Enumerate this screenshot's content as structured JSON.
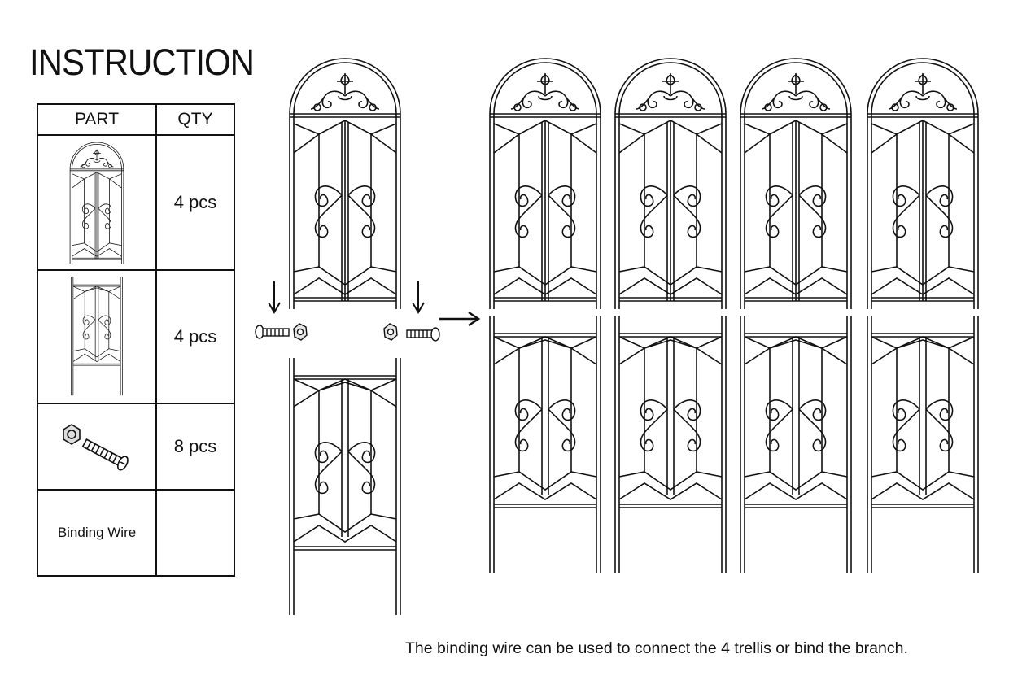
{
  "title": "INSTRUCTION",
  "table": {
    "headers": {
      "part": "PART",
      "qty": "QTY"
    },
    "rows": [
      {
        "part_icon": "top-trellis-panel-icon",
        "qty": "4 pcs"
      },
      {
        "part_icon": "bottom-trellis-panel-icon",
        "qty": "4 pcs"
      },
      {
        "part_icon": "bolt-and-nut-icon",
        "qty": "8 pcs"
      },
      {
        "part_label": "Binding Wire",
        "qty": ""
      }
    ]
  },
  "assembly": {
    "panel_count": 4,
    "icons": [
      "down-arrow-icon",
      "right-arrow-icon",
      "bolt-icon",
      "nut-icon"
    ]
  },
  "note": "The binding wire can be used to connect the 4 trellis or bind the branch.",
  "colors": {
    "line": "#111111",
    "background": "#ffffff"
  }
}
